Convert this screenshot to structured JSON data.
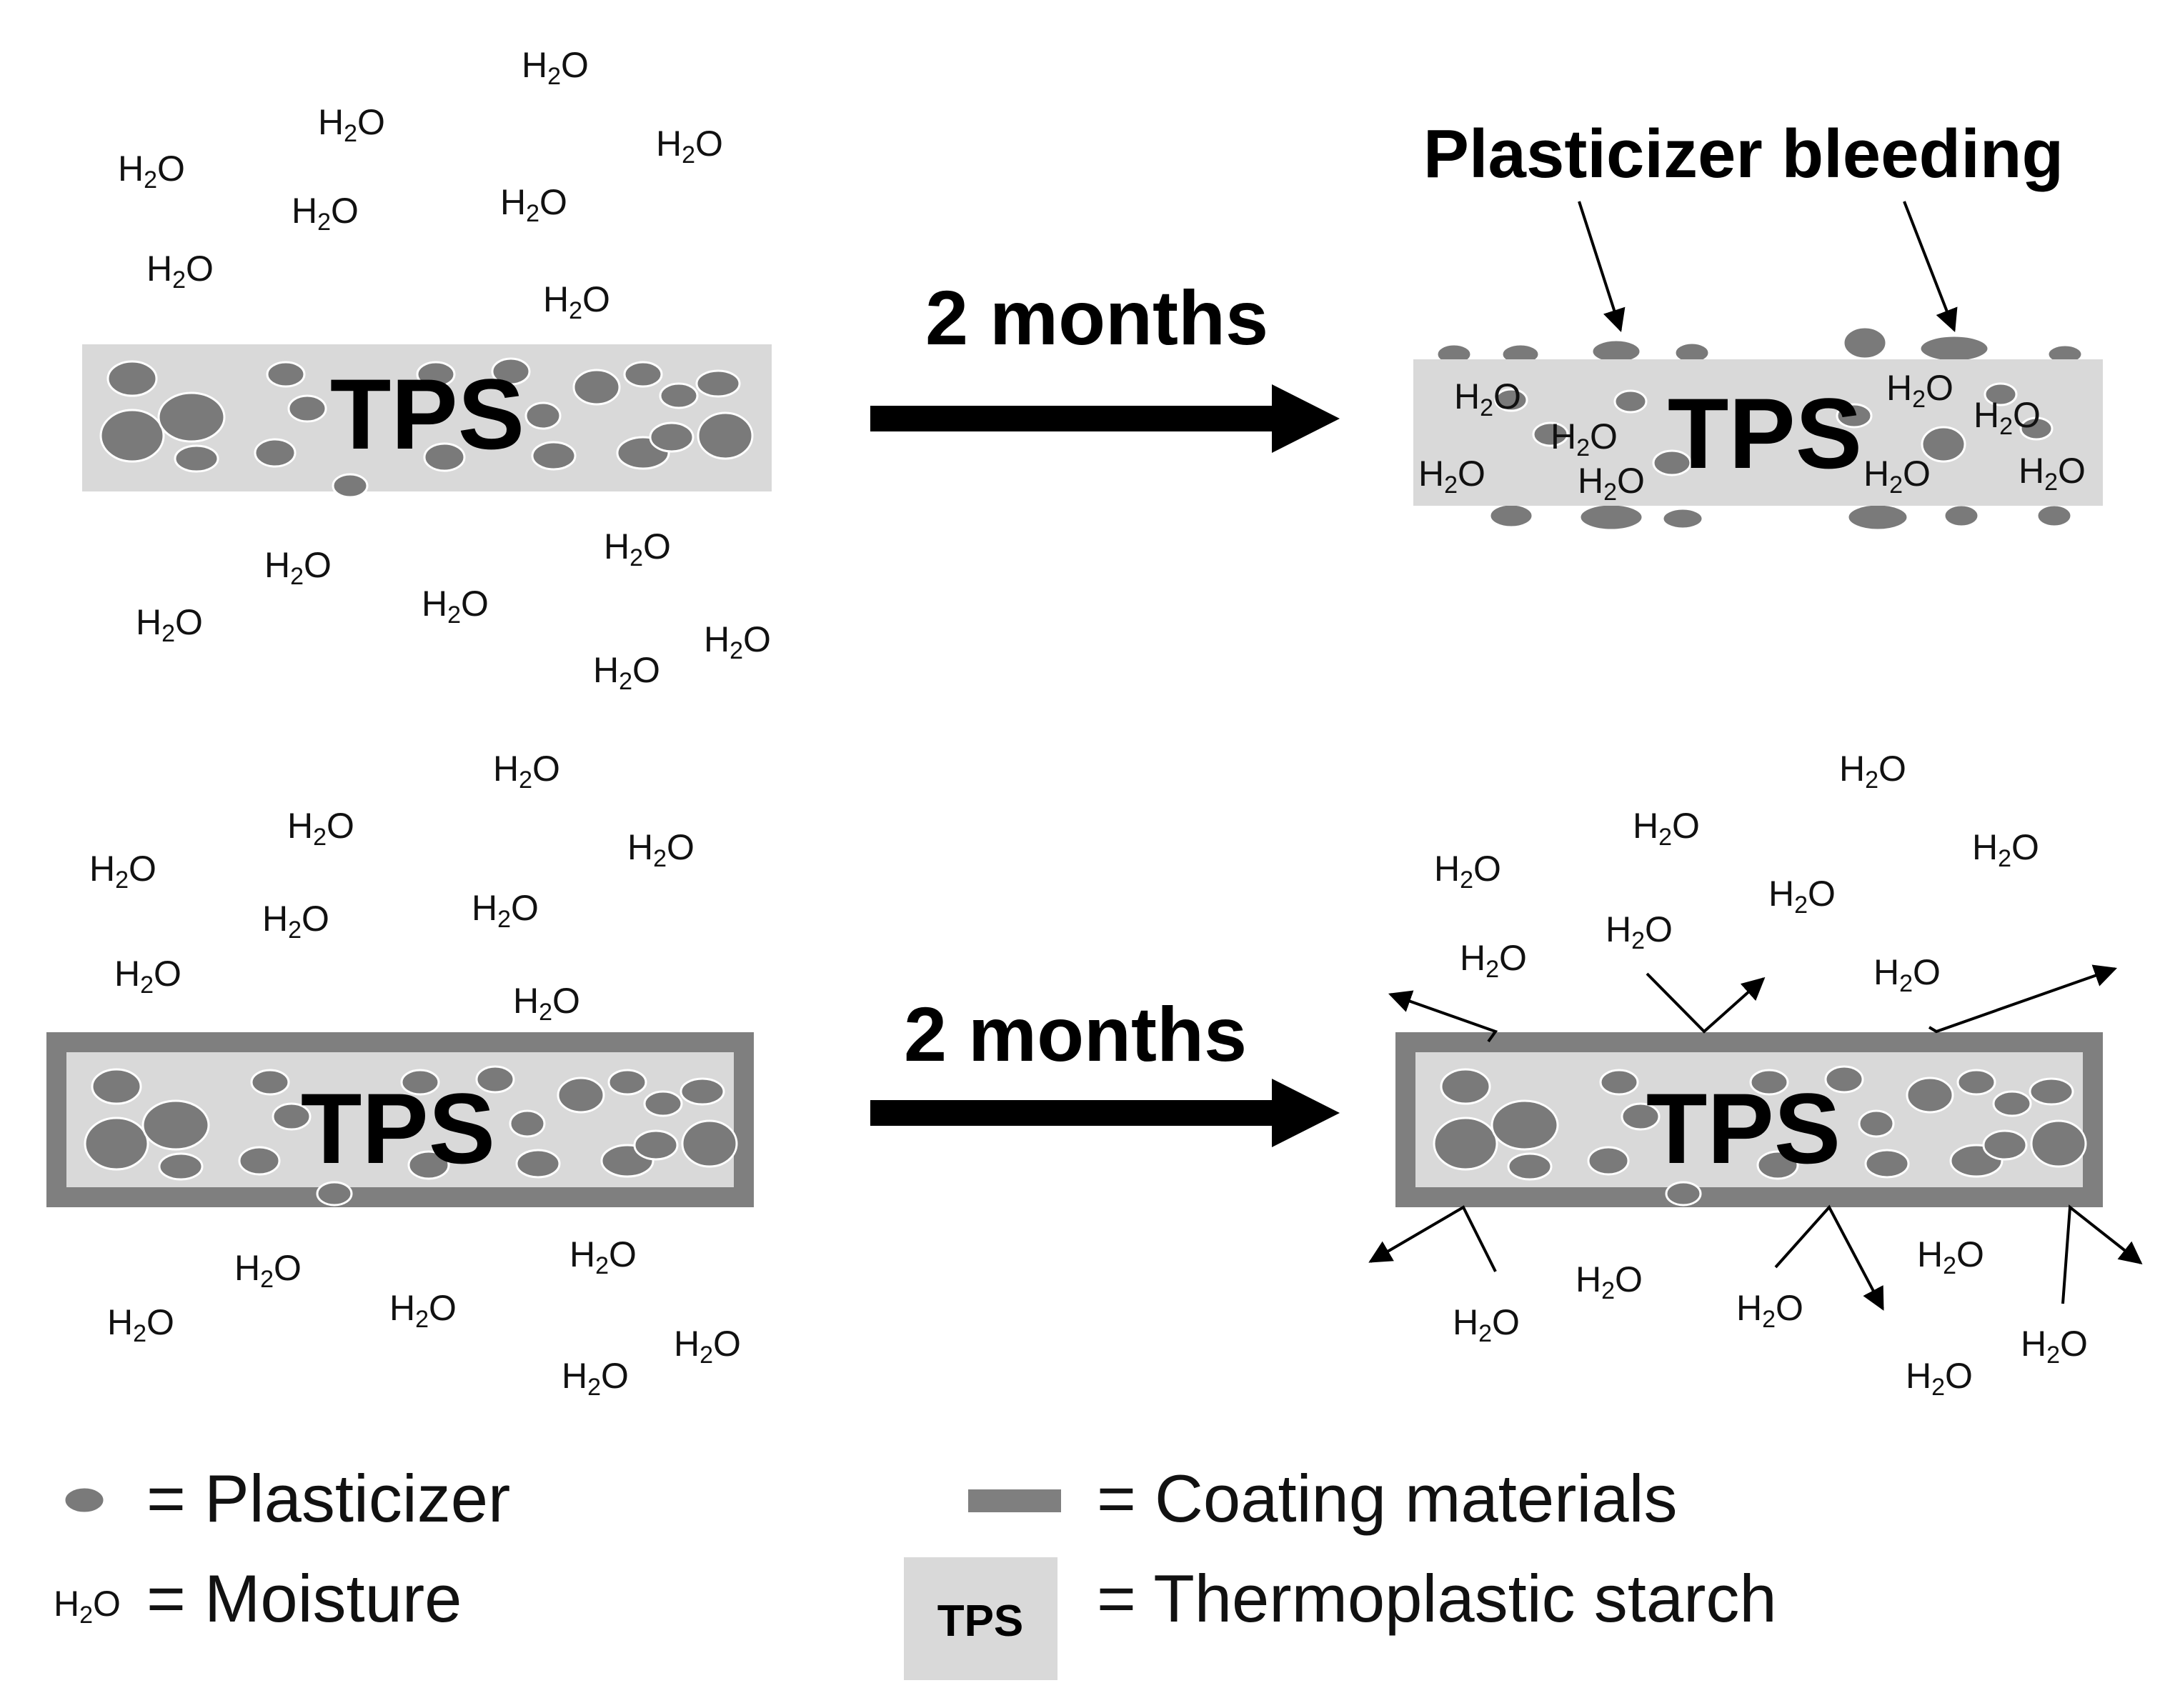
{
  "figure": {
    "tps_label": "TPS",
    "water_main": "H",
    "water_sub": "2",
    "water_tail": "O",
    "arrow_label_top": "2 months",
    "arrow_label_bottom": "2 months",
    "bleeding_label": "Plasticizer bleeding"
  },
  "legend": {
    "plasticizer": "= Plasticizer",
    "moisture": "= Moisture",
    "coating": "= Coating materials",
    "tps_swatch": "TPS",
    "tps": "= Thermoplastic starch"
  },
  "colors": {
    "tps_fill": "#d9d9d9",
    "plasticizer": "#7a7a7a",
    "coating": "#7f7f7f"
  }
}
